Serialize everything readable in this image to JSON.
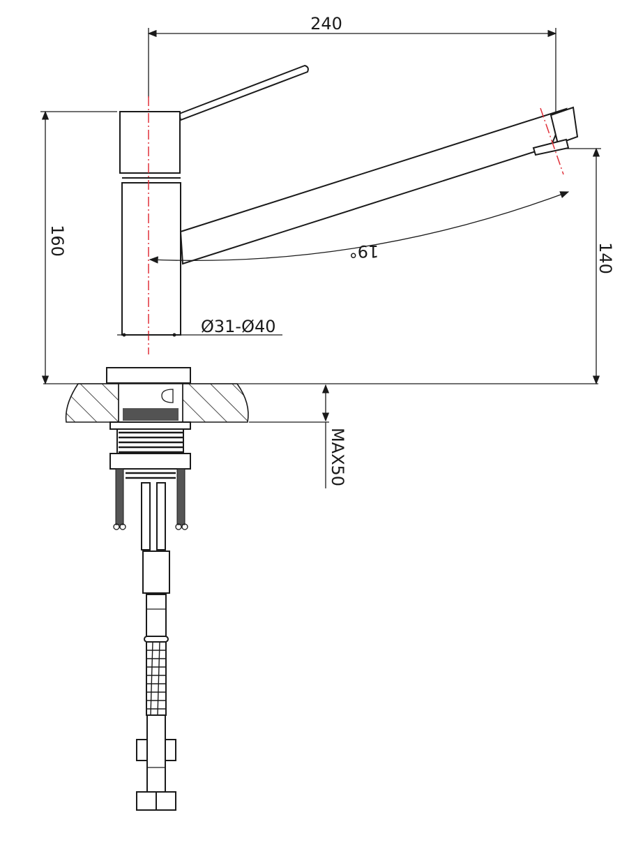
{
  "dimensions": {
    "width_label": "240",
    "height_total_label": "160",
    "spout_height_label": "140",
    "swivel_angle_label": "19°",
    "hole_diameter_label": "Ø31-Ø40",
    "max_countertop_label": "MAX50"
  },
  "colors": {
    "line": "#1a1a1a",
    "centerline": "#e0303a"
  }
}
